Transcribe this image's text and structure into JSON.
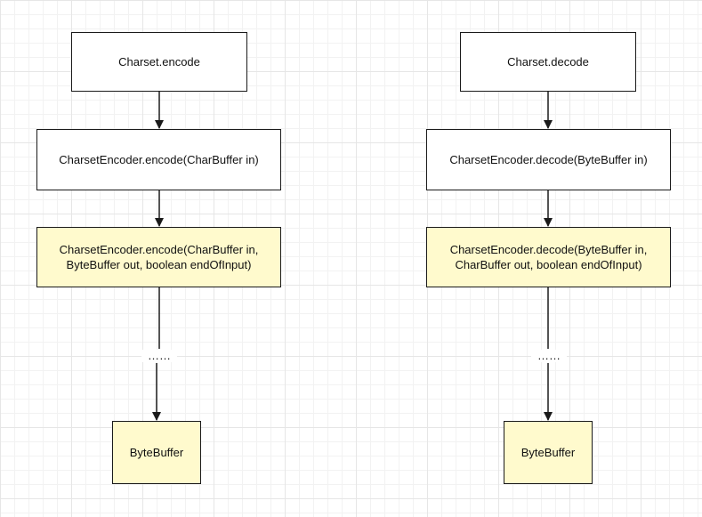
{
  "colors": {
    "plain_fill": "#ffffff",
    "highlight_fill": "#fffacd",
    "stroke": "#1a1a1a"
  },
  "encode_flow": {
    "start": "Charset.encode",
    "step": "CharsetEncoder.encode(CharBuffer in)",
    "detail": "CharsetEncoder.encode(CharBuffer in,\nByteBuffer out, boolean endOfInput)",
    "ellipsis": "……",
    "result": "ByteBuffer"
  },
  "decode_flow": {
    "start": "Charset.decode",
    "step": "CharsetEncoder.decode(ByteBuffer in)",
    "detail": "CharsetEncoder.decode(ByteBuffer in,\nCharBuffer out, boolean endOfInput)",
    "ellipsis": "……",
    "result": "ByteBuffer"
  }
}
